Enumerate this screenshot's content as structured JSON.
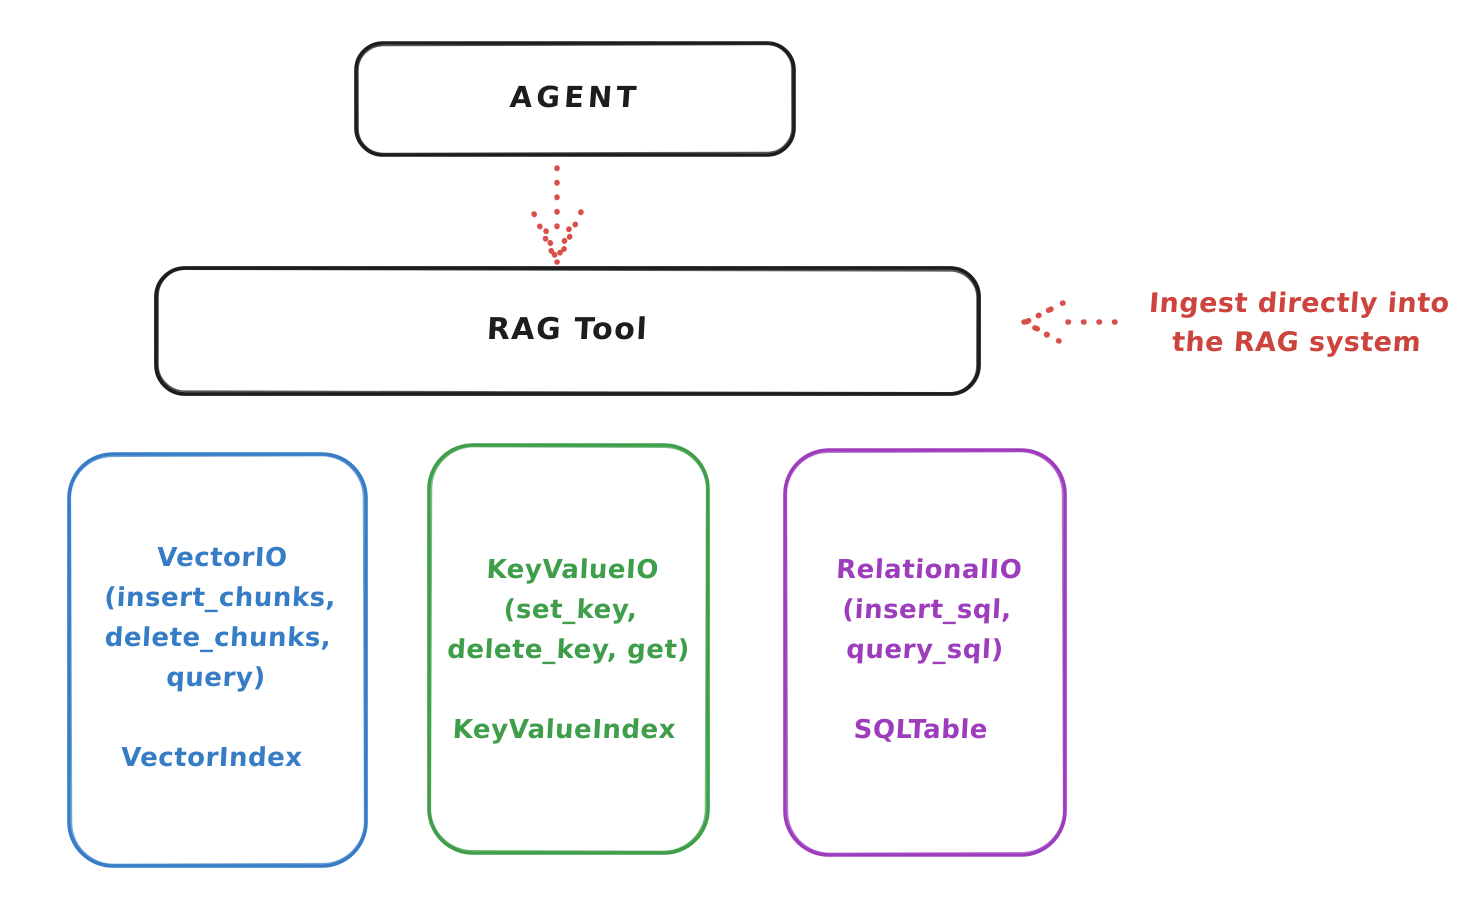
{
  "diagram": {
    "title": "RAG Tool architecture sketch",
    "colors": {
      "ink_black": "#1d1d1d",
      "accent_red": "#cd443e",
      "vector_blue": "#377dc6",
      "keyvalue_green": "#3f9e4a",
      "relational_purple": "#9d3dbd",
      "background": "#ffffff"
    },
    "nodes": {
      "agent": {
        "label": "AGENT"
      },
      "rag_tool": {
        "label": "RAG Tool"
      },
      "vector_io": {
        "label": "VectorIO\n(insert_chunks,\ndelete_chunks,\nquery)\n\nVectorIndex"
      },
      "keyvalue_io": {
        "label": "KeyValueIO\n(set_key,\ndelete_key, get)\n\nKeyValueIndex"
      },
      "relational_io": {
        "label": "RelationalIO\n(insert_sql,\nquery_sql)\n\nSQLTable"
      }
    },
    "edges": {
      "agent_to_rag": {
        "style": "dotted-red-arrow",
        "from": "agent",
        "to": "rag_tool"
      },
      "ingest_note_to_rag": {
        "style": "dotted-red-arrow",
        "to": "rag_tool"
      }
    },
    "annotation": {
      "text": "Ingest directly into\nthe RAG system"
    }
  }
}
